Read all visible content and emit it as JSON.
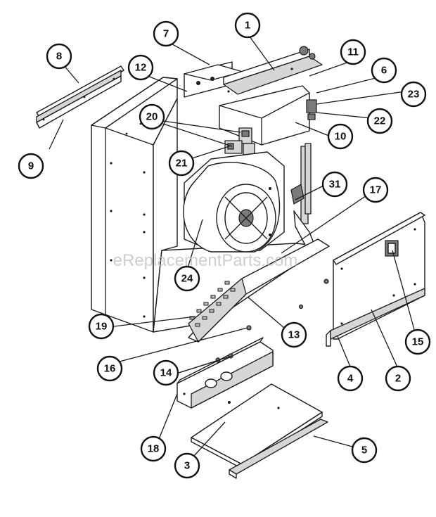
{
  "watermark": "eReplacementParts.com",
  "callouts": [
    {
      "label": "1"
    },
    {
      "label": "2"
    },
    {
      "label": "3"
    },
    {
      "label": "4"
    },
    {
      "label": "5"
    },
    {
      "label": "6"
    },
    {
      "label": "7"
    },
    {
      "label": "8"
    },
    {
      "label": "9"
    },
    {
      "label": "10"
    },
    {
      "label": "11"
    },
    {
      "label": "12"
    },
    {
      "label": "13"
    },
    {
      "label": "14"
    },
    {
      "label": "15"
    },
    {
      "label": "16"
    },
    {
      "label": "17"
    },
    {
      "label": "18"
    },
    {
      "label": "19"
    },
    {
      "label": "20"
    },
    {
      "label": "21"
    },
    {
      "label": "22"
    },
    {
      "label": "23"
    },
    {
      "label": "24"
    },
    {
      "label": "31"
    }
  ]
}
